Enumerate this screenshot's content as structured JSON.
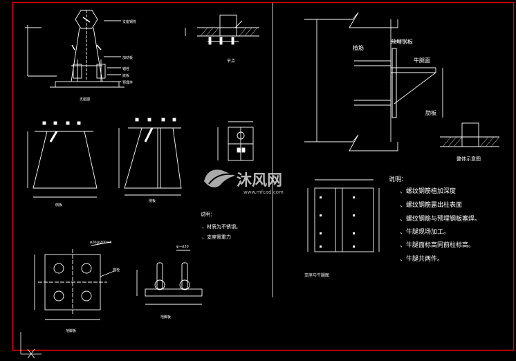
{
  "drawing": {
    "left_panel": {
      "front_view_caption": "支座图",
      "side_view_a_caption": "侧板",
      "side_view_b_caption": "侧板",
      "node_caption": "节点",
      "plan_caption": "地脚板",
      "bolt_caption": "地脚板",
      "callouts": [
        "支座钢管",
        "加劲板",
        "锚栓",
        "底板",
        "预埋件"
      ],
      "plan_callout_note": "ø20@200×4",
      "plan_side_label": "锚栓",
      "bolt_top_label": "φ—ø20",
      "notes_title": "说明：",
      "notes": [
        "、材质为不锈钢。",
        "、支座需重力"
      ]
    },
    "right_panel": {
      "label_embedded_plate": "预埋钢板",
      "label_rebar": "植筋",
      "label_corbel_face": "牛腿面",
      "label_stiffener": "肋板",
      "label_section": "整体示意图",
      "elevation_caption": "支座与牛腿图",
      "notes_title": "说明：",
      "notes": [
        "、螺纹钢筋植加深度",
        "、螺纹钢筋露出柱表面",
        "、螺纹钢筋与预埋钢板塞焊。",
        "、牛腿现场加工。",
        "、牛腿面标高同前柱标高。",
        "、牛腿共两件。"
      ]
    },
    "watermark": {
      "brand": "沐风网",
      "url": "www.mfcad.com"
    }
  }
}
